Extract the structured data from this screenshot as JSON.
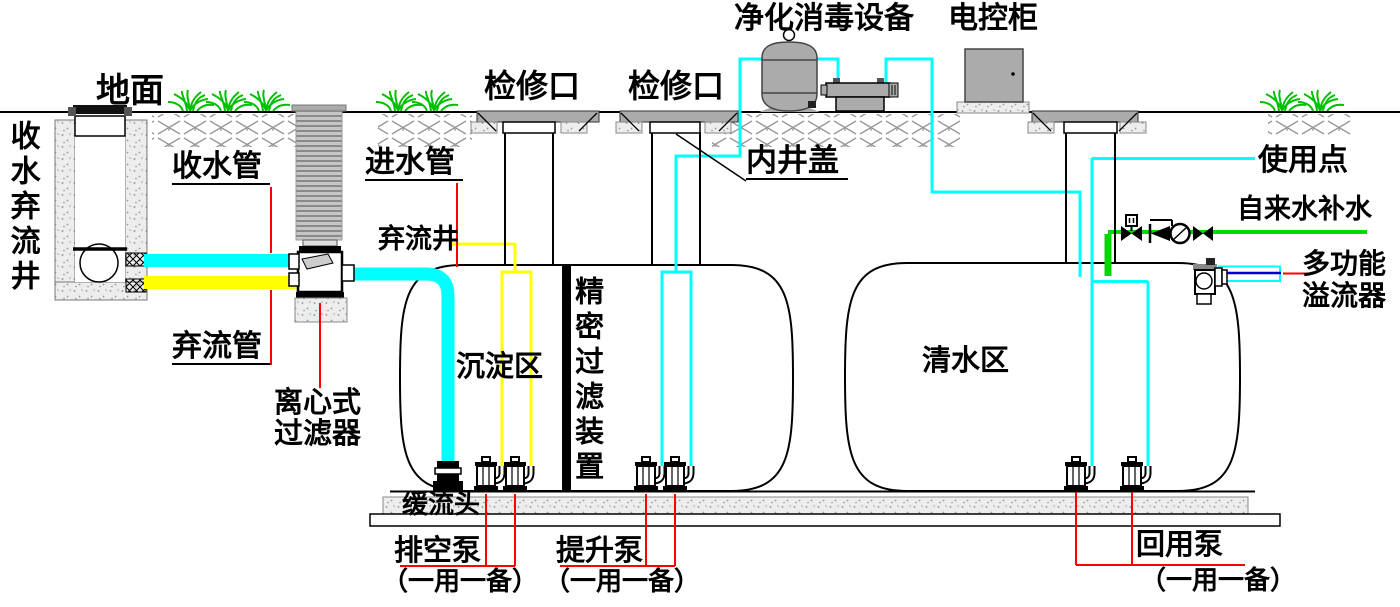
{
  "diagram_type": "rainwater-collection-treatment-reuse-schematic",
  "labels": {
    "ground": "地面",
    "collection_well": "收水弃流井",
    "collection_pipe": "收水管",
    "inlet_pipe": "进水管",
    "diversion_well": "弃流井",
    "diversion_pipe": "弃流管",
    "centrifugal_filter_line1": "离心式",
    "centrifugal_filter_line2": "过滤器",
    "inspection_port": "检修口",
    "purification_equipment": "净化消毒设备",
    "control_cabinet": "电控柜",
    "inner_well_cover": "内井盖",
    "use_point": "使用点",
    "tap_water_makeup": "自来水补水",
    "overflow_line1": "多功能",
    "overflow_line2": "溢流器",
    "sedimentation_zone": "沉淀区",
    "clean_water_zone": "清水区",
    "precision_filter": "精密过滤装置",
    "calm_inlet": "缓流头",
    "drain_pump": "排空泵",
    "lift_pump": "提升泵",
    "reuse_pump": "回用泵",
    "duty_standby": "（一用一备）"
  },
  "colors": {
    "pipe_cyan": "#00FFFF",
    "pipe_yellow": "#FFFF00",
    "tap_water_green": "#00D800",
    "leader_red": "#FF0000",
    "overflow_blue": "#0000CC",
    "equipment_gray": "#ABABAB",
    "grass_green": "#00C000",
    "line_black": "#000000"
  }
}
